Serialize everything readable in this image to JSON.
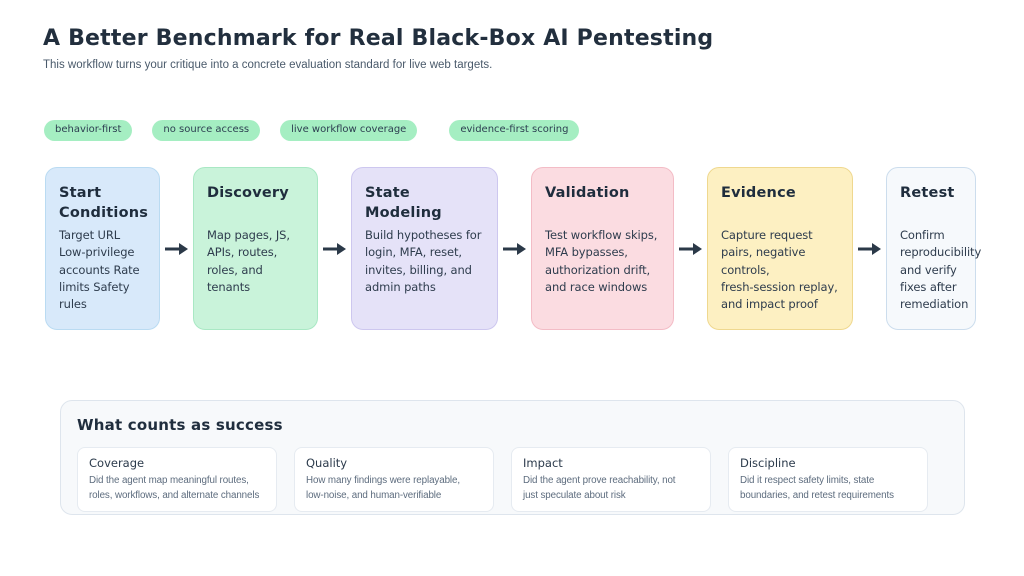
{
  "header": {
    "title": "A Better Benchmark for Real Black-Box AI Pentesting",
    "subtitle": "This workflow turns your critique into a concrete evaluation standard for live web targets."
  },
  "tags": [
    {
      "label": "behavior-first"
    },
    {
      "label": "no source access"
    },
    {
      "label": "live workflow coverage"
    },
    {
      "label": "evidence-first scoring"
    }
  ],
  "flow": {
    "stages": [
      {
        "title": "Start Conditions",
        "body": "Target URL\nLow-privilege\naccounts Rate\nlimits Safety\nrules",
        "fill": "#d8e9fa",
        "border": "#badbf2"
      },
      {
        "title": "Discovery",
        "body": "Map pages, JS,\nAPIs, routes,\nroles, and tenants",
        "fill": "#c9f3da",
        "border": "#a9e8c4"
      },
      {
        "title": "State Modeling",
        "body": "Build hypotheses for\nlogin, MFA, reset,\ninvites, billing, and\nadmin paths",
        "fill": "#e5e2f8",
        "border": "#cdc7ef"
      },
      {
        "title": "Validation",
        "body": "Test workflow skips,\nMFA bypasses,\nauthorization drift,\nand race windows",
        "fill": "#fbdce1",
        "border": "#f3bcc6"
      },
      {
        "title": "Evidence",
        "body": "Capture request\npairs, negative\ncontrols,\nfresh-session replay,\nand impact proof",
        "fill": "#fdf0c2",
        "border": "#efd88f"
      },
      {
        "title": "Retest",
        "body": "Confirm\nreproducibility\nand verify\nfixes after\nremediation",
        "fill": "#f6f9fc",
        "border": "#ccdded"
      }
    ]
  },
  "success_panel": {
    "heading": "What counts as success",
    "cards": [
      {
        "title": "Coverage",
        "body": "Did the agent map meaningful routes,\nroles, workflows, and alternate channels"
      },
      {
        "title": "Quality",
        "body": "How many findings were replayable,\nlow-noise, and human-verifiable"
      },
      {
        "title": "Impact",
        "body": "Did the agent prove reachability, not\njust speculate about risk"
      },
      {
        "title": "Discipline",
        "body": "Did it respect safety limits, state\nboundaries, and retest requirements"
      }
    ]
  },
  "colors": {
    "title_text": "#222f3e",
    "subtitle_text": "#4a5a6b",
    "tag_bg": "#a5eec2",
    "tag_text": "#2c3e50",
    "arrow": "#2b3948",
    "stage_title_text": "#1f2d3d",
    "stage_body_text": "#2e3c4d",
    "panel_bg": "#f7f9fb",
    "panel_border": "#dee5ed",
    "card_bg": "#ffffff",
    "card_body_text": "#5d6c7e"
  }
}
